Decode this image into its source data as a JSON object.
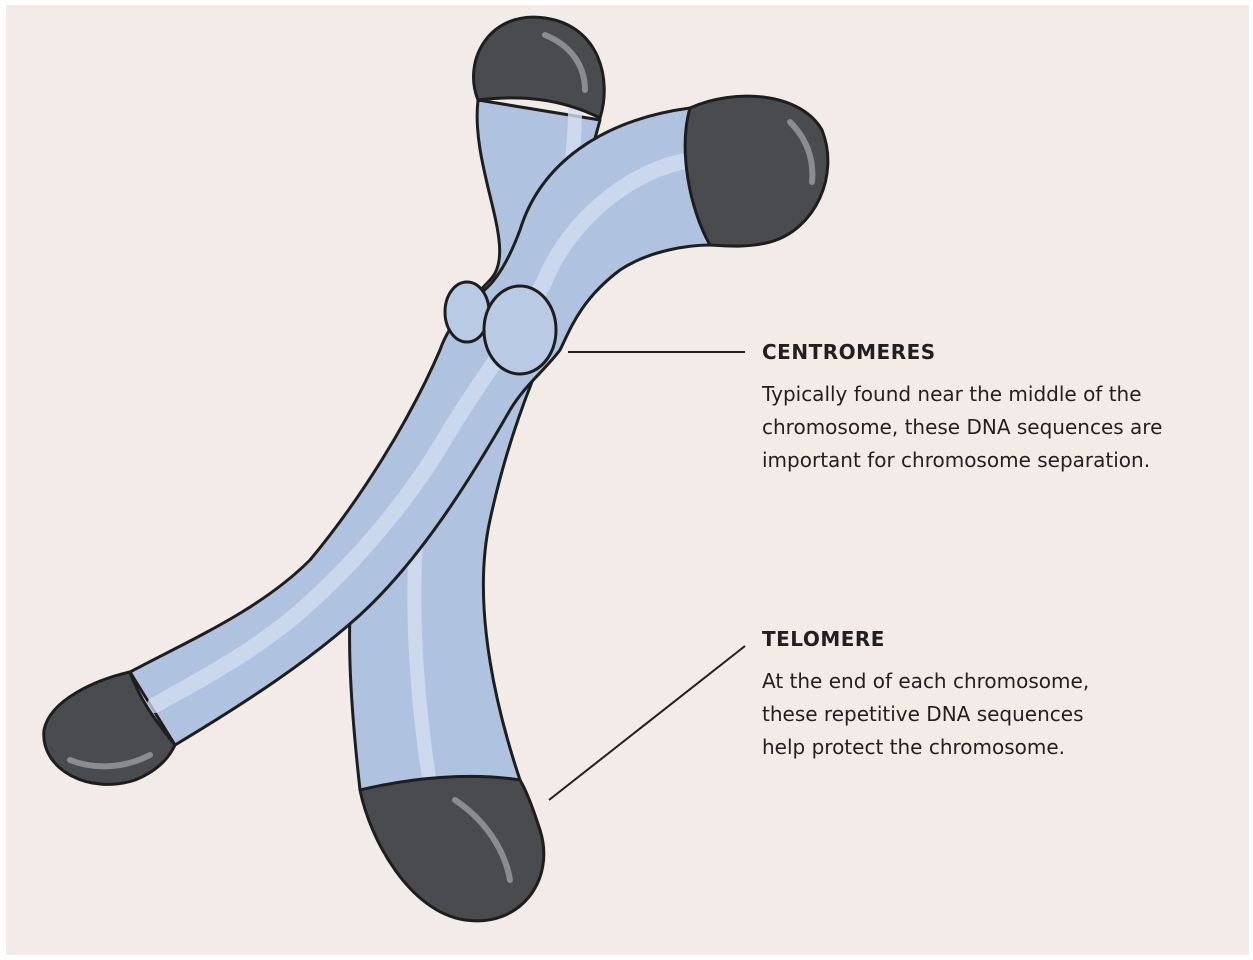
{
  "colors": {
    "background": "#f2ebe8",
    "chromatid": "#afc3e0",
    "chromatid_highlight": "#d3def0",
    "telomere": "#4a4b4e",
    "outline": "#1e1e1e",
    "text": "#231f20"
  },
  "labels": {
    "centromeres": {
      "title": "CENTROMERES",
      "description": "Typically found near the middle of the\nchromosome, these DNA sequences are\nimportant for chromosome separation."
    },
    "telomere": {
      "title": "TELOMERE",
      "description": "At the end of each chromosome,\nthese repetitive DNA sequences\nhelp protect the chromosome."
    }
  }
}
